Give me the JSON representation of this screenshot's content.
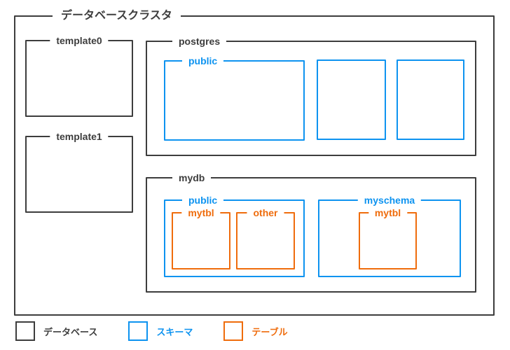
{
  "diagram": {
    "type": "nested-containment",
    "cluster": {
      "label": "データベースクラスタ",
      "color": "#3d3d3d"
    },
    "databases": [
      {
        "id": "template0",
        "label": "template0",
        "color": "#3d3d3d",
        "schemas": []
      },
      {
        "id": "template1",
        "label": "template1",
        "color": "#3d3d3d",
        "schemas": []
      },
      {
        "id": "postgres",
        "label": "postgres",
        "color": "#3d3d3d",
        "schemas": [
          {
            "id": "pg-public",
            "label": "public",
            "color": "#0d93f0",
            "tables": []
          },
          {
            "id": "pg-unnamed-1",
            "label": "",
            "color": "#0d93f0",
            "tables": []
          },
          {
            "id": "pg-unnamed-2",
            "label": "",
            "color": "#0d93f0",
            "tables": []
          }
        ]
      },
      {
        "id": "mydb",
        "label": "mydb",
        "color": "#3d3d3d",
        "schemas": [
          {
            "id": "mydb-public",
            "label": "public",
            "color": "#0d93f0",
            "tables": [
              {
                "id": "mydb-public-mytbl",
                "label": "mytbl",
                "color": "#ef6c0c"
              },
              {
                "id": "mydb-public-other",
                "label": "other",
                "color": "#ef6c0c"
              }
            ]
          },
          {
            "id": "mydb-myschema",
            "label": "myschema",
            "color": "#0d93f0",
            "tables": [
              {
                "id": "mydb-myschema-mytbl",
                "label": "mytbl",
                "color": "#ef6c0c"
              }
            ]
          }
        ]
      }
    ]
  },
  "legend": {
    "items": [
      {
        "id": "database",
        "label": "データベース",
        "color": "#3d3d3d"
      },
      {
        "id": "schema",
        "label": "スキーマ",
        "color": "#0d93f0"
      },
      {
        "id": "table",
        "label": "テーブル",
        "color": "#ef6c0c"
      }
    ]
  }
}
